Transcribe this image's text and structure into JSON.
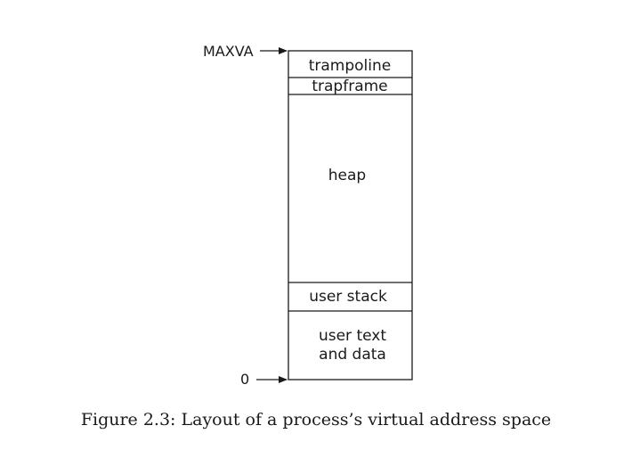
{
  "diagram": {
    "markers": {
      "top": "MAXVA",
      "bottom": "0"
    },
    "segments": {
      "trampoline": "trampoline",
      "trapframe": "trapframe",
      "heap": "heap",
      "user_stack": "user stack",
      "user_text_line1": "user text",
      "user_text_line2": "and data"
    }
  },
  "caption": "Figure 2.3: Layout of a process’s virtual address space"
}
